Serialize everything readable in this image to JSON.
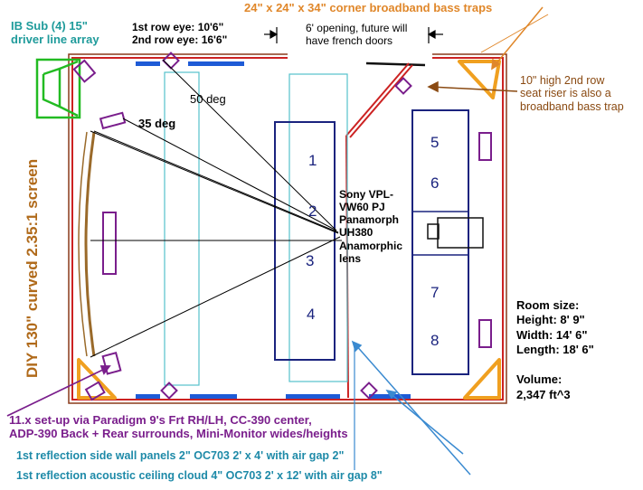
{
  "labels": {
    "ib_sub": [
      "IB Sub (4) 15\"",
      "driver line array"
    ],
    "eye": [
      "1st row eye: 10'6\"",
      "2nd row eye: 16'6\""
    ],
    "opening": [
      "6' opening, future will",
      "have french doors"
    ],
    "corner_traps": "24\" x 24\" x 34\" corner broadband bass traps",
    "riser": [
      "10\" high 2nd row",
      "seat riser is also a",
      "broadband bass trap"
    ],
    "angle_50": "50 deg",
    "angle_35": "35 deg",
    "screen": "DIY 130\" curved 2.35:1 screen",
    "projector": [
      "Sony VPL-",
      "VW60 PJ",
      "Panamorph",
      "UH380",
      "Anamorphic",
      "lens"
    ],
    "room_size": [
      "Room size:",
      "Height: 8' 9\"",
      "Width: 14' 6\"",
      "Length: 18' 6\""
    ],
    "volume": [
      "Volume:",
      "2,347 ft^3"
    ],
    "speakers": [
      "11.x set-up via Paradigm 9's Frt RH/LH, CC-390 center,",
      "ADP-390 Back + Rear surrounds, Mini-Monitor  wides/heights"
    ],
    "panels": "1st reflection side wall panels 2\" OC703 2' x 4' with air gap 2\"",
    "cloud": "1st reflection acoustic ceiling cloud 4\" OC703 2' x 12' with air gap 8\""
  },
  "seats": [
    "1",
    "2",
    "3",
    "4",
    "5",
    "6",
    "7",
    "8"
  ],
  "colors": {
    "wall_red": "#cc2222",
    "seat_navy": "#1a237e",
    "panel_blue": "#1e5bd6",
    "trap_orange": "#f0a020",
    "purple": "#7a1e8c",
    "green": "#22bb22",
    "brown": "#8a4a12",
    "cyan_outline": "#55c2cc",
    "blue_arrow": "#3a8ad0"
  }
}
